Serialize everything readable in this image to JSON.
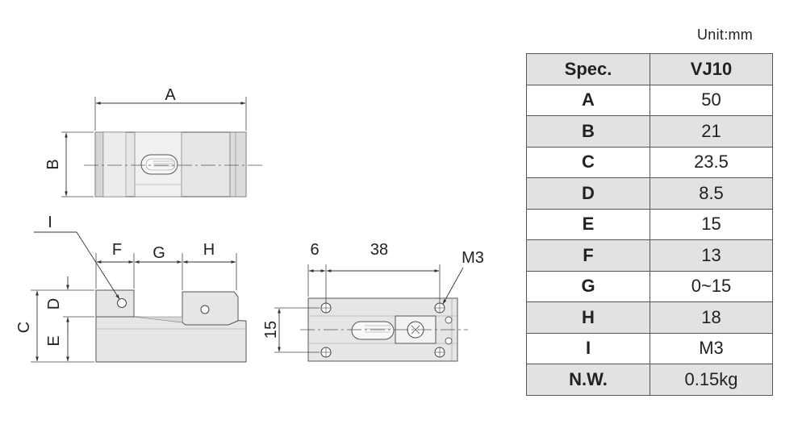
{
  "unit_label": "Unit:mm",
  "drawing_labels": {
    "top_view": {
      "a": "A",
      "b": "B"
    },
    "side_view": {
      "c": "C",
      "d": "D",
      "e": "E",
      "f": "F",
      "g": "G",
      "h": "H",
      "i": "I"
    },
    "bottom_view": {
      "dim_6": "6",
      "dim_38": "38",
      "dim_15": "15",
      "m3": "M3"
    }
  },
  "spec_table": {
    "header": {
      "key": "Spec.",
      "value": "VJ10"
    },
    "rows": [
      {
        "key": "A",
        "value": "50"
      },
      {
        "key": "B",
        "value": "21"
      },
      {
        "key": "C",
        "value": "23.5"
      },
      {
        "key": "D",
        "value": "8.5"
      },
      {
        "key": "E",
        "value": "15"
      },
      {
        "key": "F",
        "value": "13"
      },
      {
        "key": "G",
        "value": "0~15"
      },
      {
        "key": "H",
        "value": "18"
      },
      {
        "key": "I",
        "value": "M3"
      },
      {
        "key": "N.W.",
        "value": "0.15kg"
      }
    ]
  },
  "colors": {
    "part_fill": "#e6e6e6",
    "line": "#444444",
    "row_shade": "#e2e2e2"
  }
}
